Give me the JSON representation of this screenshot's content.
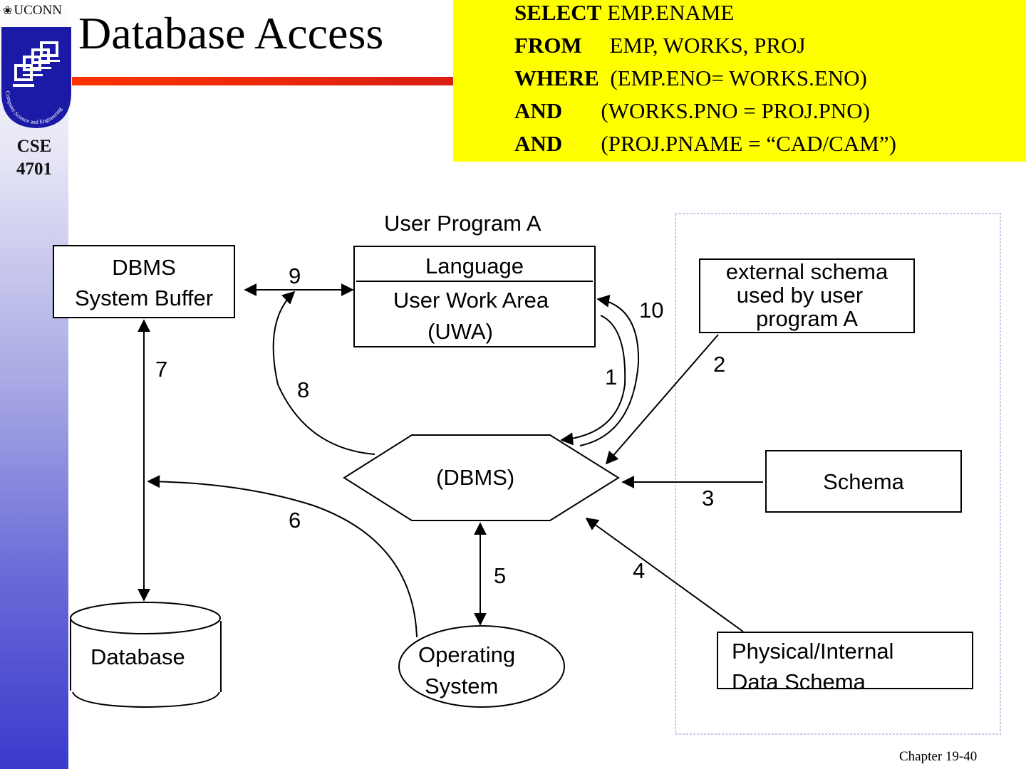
{
  "sidebar": {
    "logo_text": "UCONN",
    "shield_caption": "Computer Science and Engineering",
    "course_line1": "CSE",
    "course_line2": "4701"
  },
  "slide": {
    "title": "Database Access",
    "footer": "Chapter 19-40"
  },
  "sql": {
    "lines": [
      {
        "keyword": "SELECT",
        "text": " EMP.ENAME"
      },
      {
        "keyword": "FROM",
        "text": "     EMP, WORKS, PROJ"
      },
      {
        "keyword": "WHERE",
        "text": "  (EMP.ENO= WORKS.ENO)"
      },
      {
        "keyword": "AND",
        "text": "       (WORKS.PNO = PROJ.PNO)"
      },
      {
        "keyword": "AND",
        "text": "       (PROJ.PNAME = “CAD/CAM”)"
      }
    ]
  },
  "diagram": {
    "user_program_label": "User Program A",
    "dbms_buffer": {
      "line1": "DBMS",
      "line2": "System Buffer"
    },
    "language": "Language",
    "uwa": {
      "line1": "User Work Area",
      "line2": "(UWA)"
    },
    "external_schema": {
      "line1": "external schema",
      "line2": "used by user",
      "line3": "program  A"
    },
    "dbms": "(DBMS)",
    "schema": "Schema",
    "database": "Database",
    "os": {
      "line1": "Operating",
      "line2": "System"
    },
    "physical_schema": {
      "line1": "Physical/Internal",
      "line2": "Data Schema"
    },
    "step_labels": {
      "s1": "1",
      "s2": "2",
      "s3": "3",
      "s4": "4",
      "s5": "5",
      "s6": "6",
      "s7": "7",
      "s8": "8",
      "s9": "9",
      "s10": "10"
    }
  }
}
